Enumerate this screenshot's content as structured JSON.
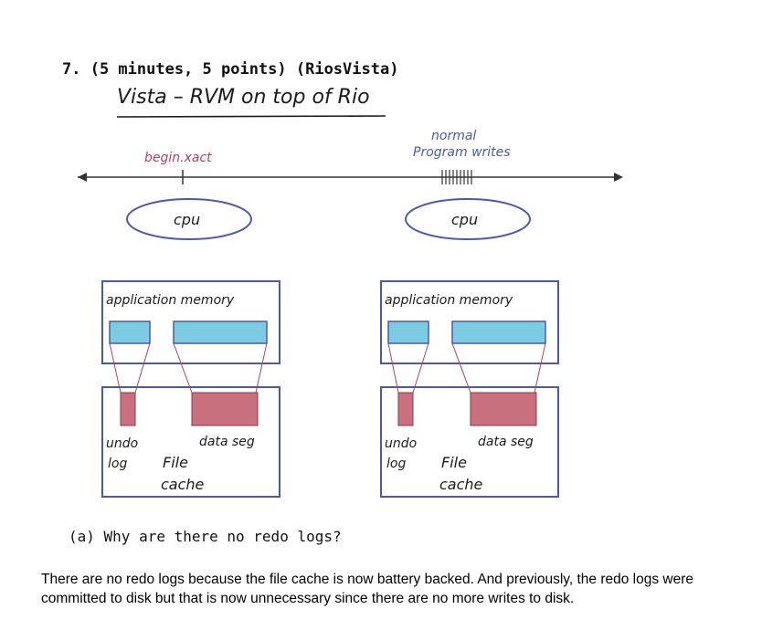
{
  "question": {
    "title": "7. (5 minutes, 5 points) (RiosVista)",
    "subtitle": "Vista – RVM on top of Rio",
    "part_a": "(a) Why are there no redo logs?"
  },
  "diagram": {
    "label_begin": "begin.xact",
    "label_normal_1": "normal",
    "label_normal_2": "Program writes",
    "cpu_left": "cpu",
    "cpu_right": "cpu",
    "app_memory_left": "application memory",
    "app_memory_right": "application memory",
    "undo_left_1": "undo",
    "undo_left_2": "log",
    "undo_right_1": "undo",
    "undo_right_2": "log",
    "data_seg_left": "data seg",
    "data_seg_right": "data seg",
    "file_left_1": "File",
    "file_left_2": "cache",
    "file_right_1": "File",
    "file_right_2": "cache",
    "colors": {
      "outline": "#4a5aa8",
      "memory_fill": "#7ccbe3",
      "cache_fill": "#c9707e",
      "handwriting": "#1a1a1a",
      "annotation": "#b04060"
    }
  },
  "answer": "There are no redo logs because the file cache is now battery backed. And previously, the redo logs were committed to disk but that is now unnecessary since there are no more writes to disk."
}
